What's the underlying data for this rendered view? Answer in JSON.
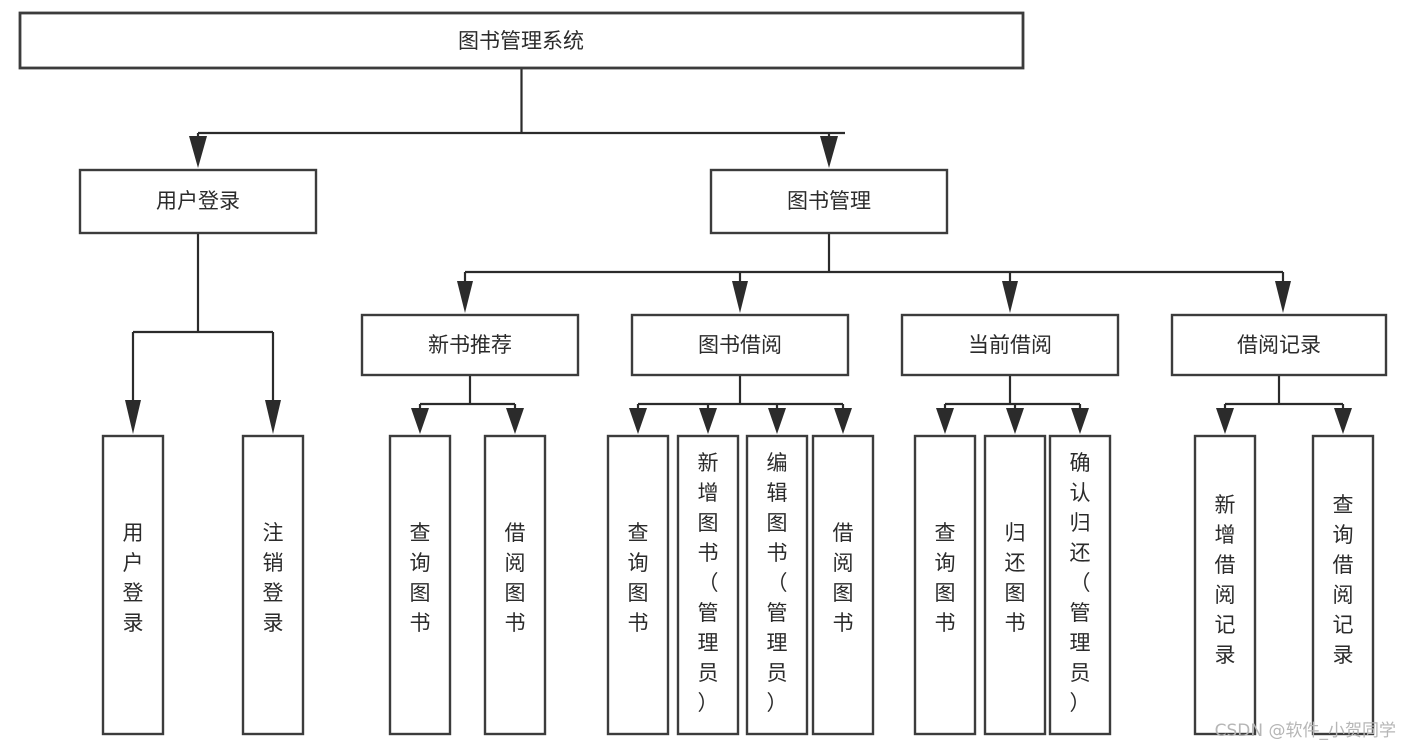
{
  "diagram": {
    "title": "图书管理系统",
    "type": "tree-hierarchy",
    "orientation": "top-down",
    "root": {
      "id": "root",
      "label": "图书管理系统"
    },
    "level2": [
      {
        "id": "user-login",
        "label": "用户登录"
      },
      {
        "id": "book-manage",
        "label": "图书管理"
      }
    ],
    "level3": [
      {
        "id": "new-book-rec",
        "label": "新书推荐",
        "parent": "book-manage"
      },
      {
        "id": "book-borrow",
        "label": "图书借阅",
        "parent": "book-manage"
      },
      {
        "id": "current-borrow",
        "label": "当前借阅",
        "parent": "book-manage"
      },
      {
        "id": "borrow-record",
        "label": "借阅记录",
        "parent": "book-manage"
      }
    ],
    "leaves": {
      "user-login": [
        {
          "id": "leaf-user-login",
          "label": "用户登录"
        },
        {
          "id": "leaf-logout",
          "label": "注销登录"
        }
      ],
      "new-book-rec": [
        {
          "id": "leaf-query-book-1",
          "label": "查询图书"
        },
        {
          "id": "leaf-borrow-book-1",
          "label": "借阅图书"
        }
      ],
      "book-borrow": [
        {
          "id": "leaf-query-book-2",
          "label": "查询图书"
        },
        {
          "id": "leaf-add-book",
          "label": "新增图书（管理员）"
        },
        {
          "id": "leaf-edit-book",
          "label": "编辑图书（管理员）"
        },
        {
          "id": "leaf-borrow-book-2",
          "label": "借阅图书"
        }
      ],
      "current-borrow": [
        {
          "id": "leaf-query-book-3",
          "label": "查询图书"
        },
        {
          "id": "leaf-return-book",
          "label": "归还图书"
        },
        {
          "id": "leaf-confirm-return",
          "label": "确认归还（管理员）"
        }
      ],
      "borrow-record": [
        {
          "id": "leaf-add-record",
          "label": "新增借阅记录"
        },
        {
          "id": "leaf-query-record",
          "label": "查询借阅记录"
        }
      ]
    }
  },
  "watermark": {
    "text": "CSDN @软件_小贺同学"
  },
  "colors": {
    "box_stroke": "#3c3c3c",
    "connector": "#2b2b2b",
    "text": "#2b2b2b",
    "background": "#ffffff",
    "watermark": "#b6b6b6"
  }
}
